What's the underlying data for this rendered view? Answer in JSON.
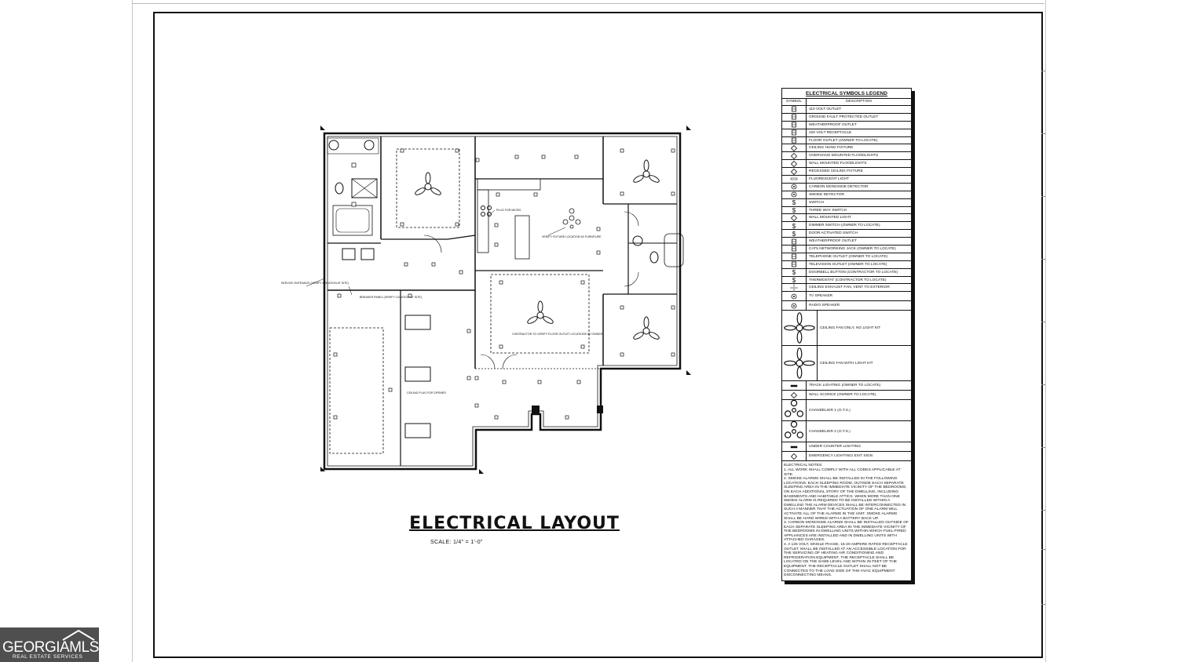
{
  "drawing": {
    "title": "ELECTRICAL LAYOUT",
    "scale": "SCALE: 1/4\" = 1'-0\""
  },
  "plan_notes": {
    "service_entrance": "SERVICE ENTRANCE (VERIFY LOCATION AT SITE)",
    "breaker_panel": "BREAKER PANEL (VERIFY LOCATION AT SITE)",
    "plug_for_micro": "PLUG FOR MICRO",
    "verify_fixture": "VERIFY FIXTURE LOCATION W/ FURNITURE",
    "contractor_floor": "CONTRACTOR TO VERIFY FLOOR OUTLET LOCATIONS W/ OWNER",
    "ceiling_plug": "CEILING PLUG FOR OPENER"
  },
  "legend": {
    "title": "ELECTRICAL SYMBOLS LEGEND",
    "col_symbol": "SYMBOL",
    "col_description": "DESCRIPTION",
    "items": [
      {
        "icon": "outlet-110-icon",
        "label": "110 VOLT OUTLET"
      },
      {
        "icon": "gfi-outlet-icon",
        "label": "GROUND FAULT PROTECTED OUTLET"
      },
      {
        "icon": "weatherproof-outlet-icon",
        "label": "WEATHERPROOF OUTLET"
      },
      {
        "icon": "receptacle-220-icon",
        "label": "220 VOLT RECEPTACLE"
      },
      {
        "icon": "floor-outlet-icon",
        "label": "FLOOR OUTLET (OWNER TO LOCATE)"
      },
      {
        "icon": "ceiling-fixture-icon",
        "label": "CEILING HUNG FIXTURE"
      },
      {
        "icon": "overhang-floodlight-icon",
        "label": "OVERHANG MOUNTED FLOODLIGHTS"
      },
      {
        "icon": "wall-floodlight-icon",
        "label": "WALL MOUNTED FLOODLIGHTS"
      },
      {
        "icon": "recessed-fixture-icon",
        "label": "RECESSED CEILING FIXTURE"
      },
      {
        "icon": "fluorescent-light-icon",
        "label": "FLUORESCENT LIGHT"
      },
      {
        "icon": "co-detector-icon",
        "label": "CARBON MONOXIDE DETECTOR"
      },
      {
        "icon": "smoke-detector-icon",
        "label": "SMOKE DETECTOR"
      },
      {
        "icon": "switch-icon",
        "label": "SWITCH"
      },
      {
        "icon": "three-way-switch-icon",
        "label": "THREE WAY SWITCH"
      },
      {
        "icon": "wall-light-icon",
        "label": "WALL MOUNTED LIGHT"
      },
      {
        "icon": "dimmer-switch-icon",
        "label": "DIMMER SWITCH (OWNER TO LOCATE)"
      },
      {
        "icon": "door-switch-icon",
        "label": "DOOR ACTIVATED SWITCH"
      },
      {
        "icon": "weatherproof-outlet-icon",
        "label": "WEATHERPROOF OUTLET"
      },
      {
        "icon": "cat5-jack-icon",
        "label": "CAT5 NETWORKING JACK (OWNER TO LOCATE)"
      },
      {
        "icon": "telephone-outlet-icon",
        "label": "TELEPHONE OUTLET (OWNER TO LOCATE)"
      },
      {
        "icon": "tv-outlet-icon",
        "label": "TELEVISION OUTLET (OWNER TO LOCATE)"
      },
      {
        "icon": "doorbell-icon",
        "label": "DOORBELL BUTTON (CONTRACTOR TO LOCATE)"
      },
      {
        "icon": "thermostat-icon",
        "label": "THERMOSTAT (CONTRACTOR TO LOCATE)"
      },
      {
        "icon": "exhaust-fan-icon",
        "label": "CEILING EXHAUST FAN, VENT TO EXTERIOR"
      }
    ],
    "tall_items": [
      {
        "icon": "tv-speaker-icon",
        "label": "TV SPEAKER"
      },
      {
        "icon": "radio-speaker-icon",
        "label": "RADIO SPEAKER"
      }
    ],
    "fan_items": [
      {
        "icon": "ceiling-fan-icon",
        "label": "CEILING FAN ONLY, NO LIGHT KIT"
      },
      {
        "icon": "ceiling-fan-light-icon",
        "label": "CEILING FAN WITH LIGHT KIT"
      }
    ],
    "lower_items": [
      {
        "icon": "track-lighting-icon",
        "label": "TRACK LIGHTING (OWNER TO LOCATE)"
      },
      {
        "icon": "wall-sconce-icon",
        "label": "WALL SCONCE (OWNER TO LOCATE)"
      }
    ],
    "chandelier_items": [
      {
        "icon": "chandelier-1-icon",
        "label": "CHANDELIER 1 (O.T.S.)"
      },
      {
        "icon": "chandelier-2-icon",
        "label": "CHANDELIER 2 (O.T.S.)"
      }
    ],
    "bottom_items": [
      {
        "icon": "under-counter-light-icon",
        "label": "UNDER COUNTER LIGHTING"
      },
      {
        "icon": "emergency-light-icon",
        "label": "EMERGENCY LIGHTING/ EXIT SIGN"
      }
    ],
    "notes": [
      "ELECTRICAL NOTES:",
      "1. ALL WORK SHALL COMPLY WITH ALL CODES APPLICABLE AT SITE.",
      "2. SMOKE ALARMS SHALL BE INSTALLED IN THE FOLLOWING LOCATIONS: EACH SLEEPING ROOM, OUTSIDE EACH SEPARATE SLEEPING AREA IN THE IMMEDIATE VICINITY OF THE BEDROOMS, ON EACH ADDITIONAL STORY OF THE DWELLING, INCLUDING BASEMENTS AND HABITABLE ATTICS. WHEN MORE THAN ONE SMOKE ALARM IS REQUIRED TO BE INSTALLED WITHIN A DWELLING THE ALARM DEVICES SHALL BE INTERCONNECTED IN SUCH A MANNER THAT THE ACTUATION OF ONE ALARM WILL ACTIVATE ALL OF THE ALARMS IN THE UNIT. SMOKE ALARMS SHALL BE HARD WIRED WITH A BATTERY BACK UP.",
      "3. CARBON MONOXIDE ALARMS SHALL BE INSTALLED OUTSIDE OF EACH SEPARATE SLEEPING AREA IN THE IMMEDIATE VICINITY OF THE BEDROOMS IN DWELLING UNITS WITHIN WHICH FUEL-FIRED APPLIANCES ARE INSTALLED AND IN DWELLING UNITS WITH ATTACHED GARAGES.",
      "4. A 125 VOLT, SINGLE PHASE, 15-20 AMPERE RATED RECEPTACLE OUTLET SHALL BE INSTALLED AT AN ACCESSIBLE LOCATION FOR THE SERVICING OF HEATING AIR CONDITIONING AND REFRIGERATION EQUIPMENT. THE RECEPTACLE SHALL BE LOCATED ON THE SAME LEVEL AND WITHIN 25 FEET OF THE EQUIPMENT. THE RECEPTACLE OUTLET SHALL NOT BE CONNECTED TO THE LOAD SIDE OF THE HVAC EQUIPMENT DISCONNECTING MEANS."
    ]
  },
  "watermark": {
    "brand": "GEORGIAMLS",
    "sub": "REAL ESTATE SERVICES"
  },
  "colors": {
    "ink": "#111111",
    "logo_bg": "#4f4f4f"
  }
}
